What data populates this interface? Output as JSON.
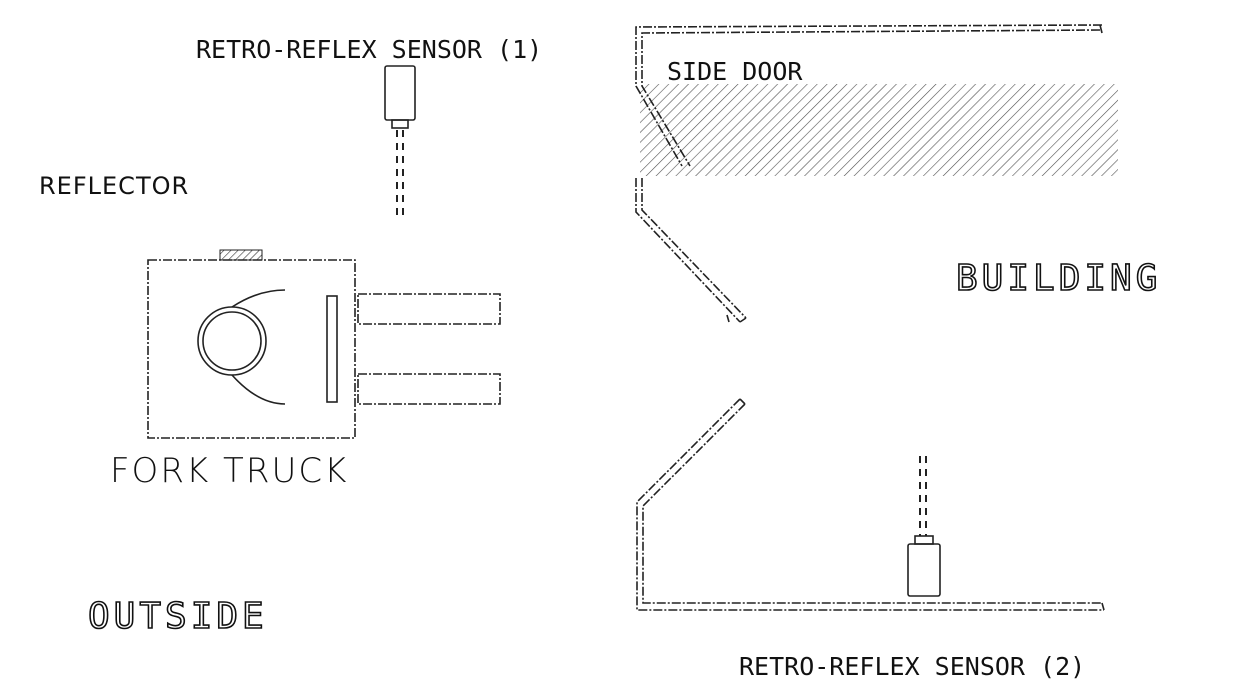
{
  "labels": {
    "sensor_1": "RETRO-REFLEX SENSOR (1)",
    "sensor_2": "RETRO-REFLEX SENSOR (2)",
    "side_door": "SIDE DOOR",
    "reflector": "REFLECTOR",
    "building": "BUILDING",
    "fork_truck": "FORK TRUCK",
    "outside": "OUTSIDE"
  }
}
